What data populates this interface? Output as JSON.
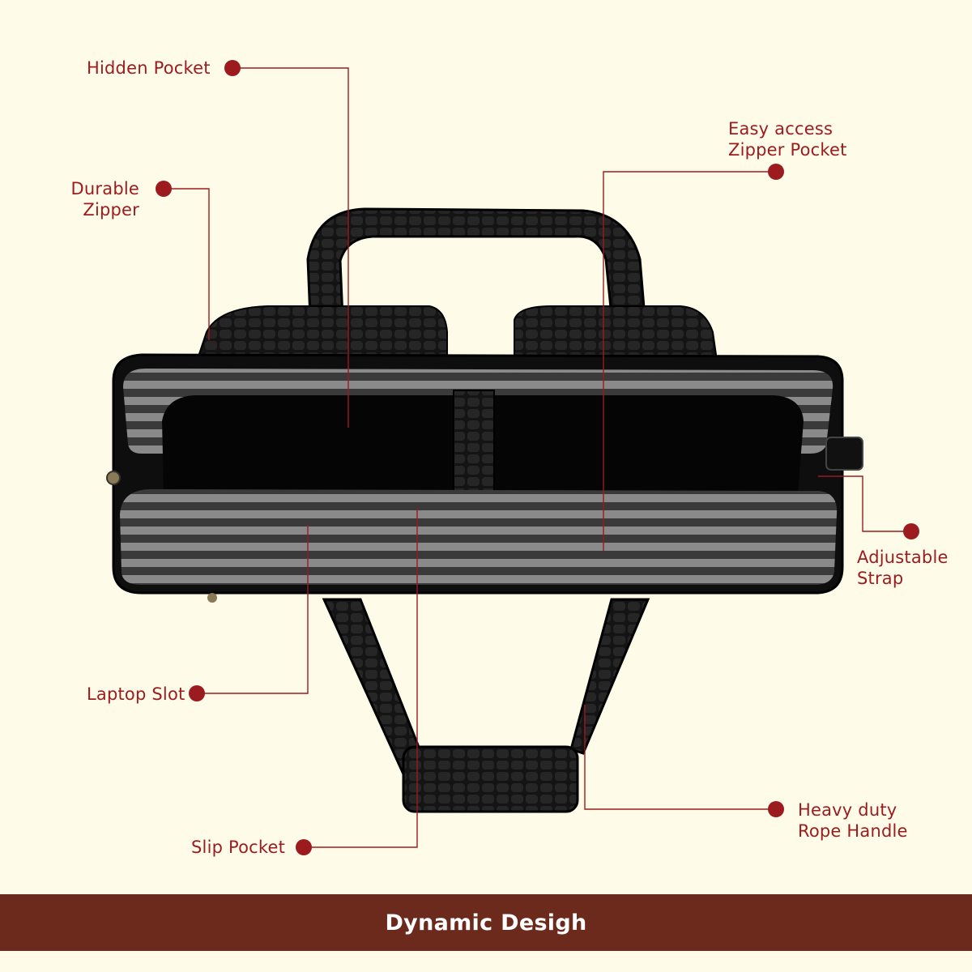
{
  "labels": {
    "hidden_pocket": "Hidden Pocket",
    "durable_zipper": "Durable\nZipper",
    "easy_access": "Easy access\nZipper Pocket",
    "adjustable_strap": "Adjustable\nStrap",
    "laptop_slot": "Laptop Slot",
    "heavy_duty": "Heavy duty\nRope Handle",
    "slip_pocket": "Slip Pocket"
  },
  "banner": {
    "title": "Dynamic Desigh"
  },
  "colors": {
    "background": "#fefce8",
    "accent": "#9b1b1f",
    "banner": "#6b2a1c",
    "bag": "#111111"
  }
}
